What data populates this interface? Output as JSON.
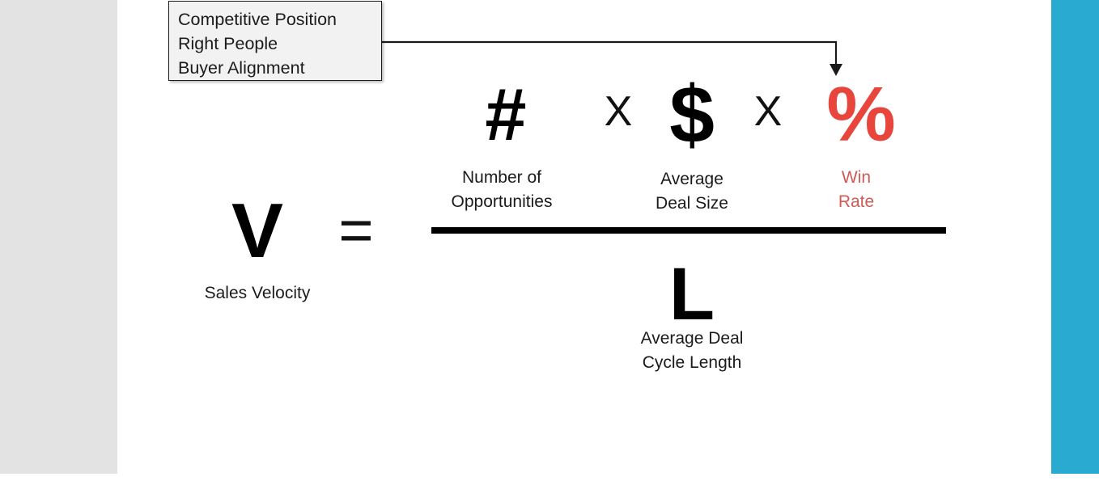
{
  "slide": {
    "background_color": "#ffffff",
    "left_panel_color": "#e3e3e3",
    "right_panel_color": "#29abd1"
  },
  "callout": {
    "lines": [
      "Competitive Position",
      "Right People",
      "Buyer Alignment"
    ],
    "fill_color": "#f2f2f2",
    "border_color": "#1a1a1a",
    "points_to": "win-rate-percent"
  },
  "formula": {
    "result": {
      "symbol": "V",
      "caption": "Sales Velocity",
      "color": "#000000"
    },
    "equals": "=",
    "numerator": [
      {
        "symbol": "#",
        "caption_line1": "Number of",
        "caption_line2": "Opportunities",
        "color": "#000000"
      },
      {
        "symbol": "$",
        "caption_line1": "Average",
        "caption_line2": "Deal Size",
        "color": "#000000"
      },
      {
        "symbol": "%",
        "caption_line1": "Win",
        "caption_line2": "Rate",
        "color": "#e8453c",
        "caption_color": "#d05a55"
      }
    ],
    "operators": [
      "X",
      "X"
    ],
    "denominator": {
      "symbol": "L",
      "caption_line1": "Average Deal",
      "caption_line2": "Cycle Length",
      "color": "#000000"
    },
    "bar_color": "#000000"
  }
}
